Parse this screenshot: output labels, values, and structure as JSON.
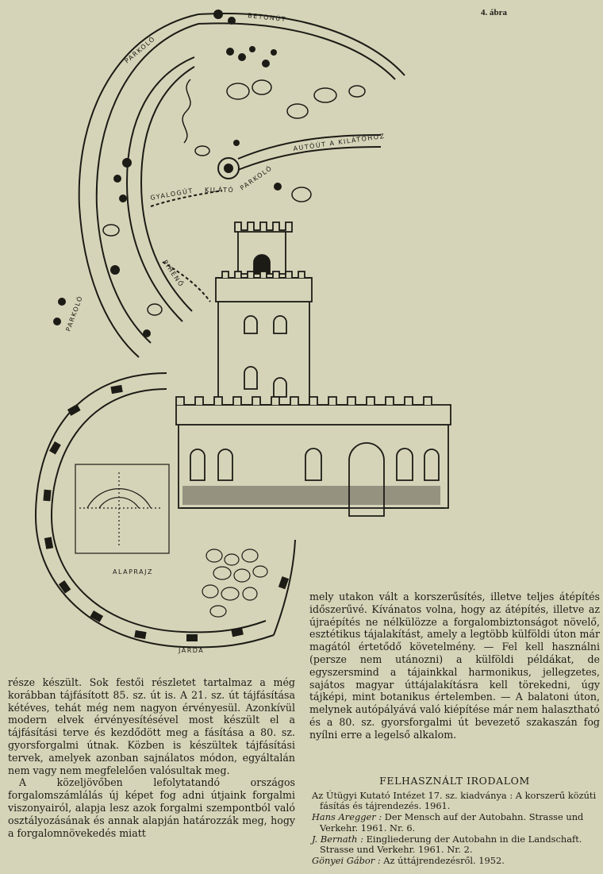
{
  "figure": {
    "number": "4. ábra",
    "labels": {
      "betonut": "BETONÚT",
      "parkolo_top": "PARKOLÓ",
      "autout": "AUTÓÚT A KILÁTÓHOZ",
      "parkolo_mid": "PARKOLÓ",
      "gyalogut": "GYALOGÚT",
      "kilato": "KILÁTÓ",
      "pihenö": "PIHENŐ",
      "parkolo_left": "PARKOLÓ",
      "alaprajz": "ALAPRAJZ",
      "jarda": "JÁRDA"
    }
  },
  "left_column": {
    "para1": "része készült. Sok festői részletet tartalmaz a még korábban tájfásított 85. sz. út is. A 21. sz. út tájfásítása kétéves, tehát még nem nagyon érvényesül. Azonkívül modern elvek érvényesítésével most készült el a tájfásítási terve és kezdődött meg a fásítása a 80. sz. gyorsforgalmi útnak. Közben is készültek tájfásítási tervek, amelyek azonban sajnálatos módon, egyáltalán nem vagy nem megfelelően valósultak meg.",
    "para2": "A közeljövőben lefolytatandó országos forgalomszámlálás új képet fog adni útjaink forgalmi viszonyairól, alapja lesz azok forgalmi szempontból való osztályozásának és annak alapján határozzák meg, hogy a forgalomnövekedés miatt"
  },
  "right_column": {
    "para1": "mely utakon vált a korszerűsítés, illetve teljes átépítés időszerűvé. Kívánatos volna, hogy az átépítés, illetve az újraépítés ne nélkülözze a forgalombiztonságot növelő, esztétikus tájalakítást, amely a legtöbb külföldi úton már magától értetődő követelmény. — Fel kell használni (persze nem utánozni) a külföldi példákat, de egyszersmind a tájainkkal harmonikus, jellegzetes, sajátos magyar úttájalakításra kell törekedni, úgy tájképi, mint botanikus értelemben. — A balatoni úton, melynek autópályává való kiépítése már nem halasztható és a 80. sz. gyorsforgalmi út bevezető szakaszán fog nyílni erre a legelső alkalom."
  },
  "literature": {
    "heading": "FELHASZNÁLT IRODALOM",
    "items": [
      {
        "author": "",
        "text": "Az Útügyi Kutató Intézet 17. sz. kiadványa : A korszerű közúti fásítás és tájrendezés. 1961."
      },
      {
        "author": "Hans Aregger :",
        "text": " Der Mensch auf der Autobahn. Strasse und Verkehr. 1961. Nr. 6."
      },
      {
        "author": "J. Bernath :",
        "text": " Eingliederung der Autobahn in die Landschaft. Strasse und Verkehr. 1961. Nr. 2."
      },
      {
        "author": "Gönyei Gábor :",
        "text": " Az úttájrendezésről. 1952."
      }
    ]
  }
}
